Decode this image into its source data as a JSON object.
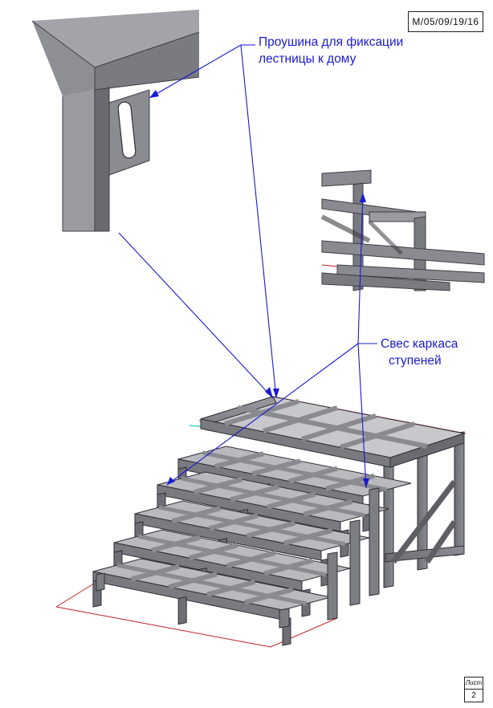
{
  "drawing_code": "M/05/09/19/16",
  "callouts": {
    "eyelet": {
      "line1": "Проушина для фиксации",
      "line2": "лестницы к дому"
    },
    "overhang": {
      "line1": "Свес каркаса",
      "line2": "ступеней"
    }
  },
  "sheet": {
    "label": "Лист",
    "number": "2"
  },
  "colors": {
    "callout": "#1a1ad0",
    "steel": "#6b6b72",
    "dimension": "#c0202a",
    "accent": "#3fd0c8"
  }
}
